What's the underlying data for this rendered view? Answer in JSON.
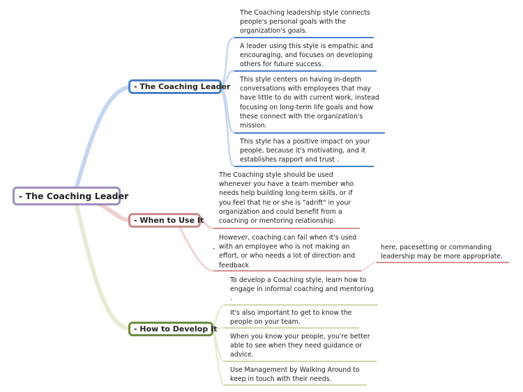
{
  "root": {
    "label": "- The Coaching Leader"
  },
  "branches": [
    {
      "label": "- The Coaching Leader",
      "color": "#4a7fc9",
      "leaves": [
        [
          "The Coaching leadership style connects",
          "people's personal goals with the",
          "organization's goals."
        ],
        [
          "A leader using this style is empathic and",
          "encouraging, and focuses on developing",
          "others for future success."
        ],
        [
          "This style centers on having in-depth",
          "conversations with employees that may",
          "have little to do with current work, instead",
          "focusing on long-term life goals and how",
          "these connect with the organization's",
          "mission."
        ],
        [
          "This style has a positive impact on your",
          "people, because it's motivating, and it",
          "establishes rapport and trust ."
        ]
      ]
    },
    {
      "label": "- When to Use It",
      "color": "#c98a8a",
      "leaves": [
        [
          "The Coaching style should be used",
          "whenever you have a team member who",
          "needs help building long-term skills, or if",
          "you feel that he or she is \"adrift\" in your",
          "organization and could benefit from a",
          "coaching or mentoring relationship."
        ],
        [
          "However, coaching can fail when it's used",
          "with an employee who is not making an",
          "effort, or who needs a lot of direction and",
          "feedback"
        ]
      ],
      "sub_leaf": [
        "here, pacesetting or commanding",
        "leadership may be more appropriate."
      ],
      "dash": "-"
    },
    {
      "label": "- How to Develop It",
      "color": "#6e8b3d",
      "leaves": [
        [
          "To develop a Coaching style, learn how to",
          "engage in informal coaching and mentoring",
          "."
        ],
        [
          "It's also important to get to know the",
          "people on your team."
        ],
        [
          "When you know your people, you're better",
          "able to see when they need guidance or",
          "advice."
        ],
        [
          "Use Management by Walking Around to",
          "keep in touch with their needs."
        ]
      ]
    }
  ]
}
